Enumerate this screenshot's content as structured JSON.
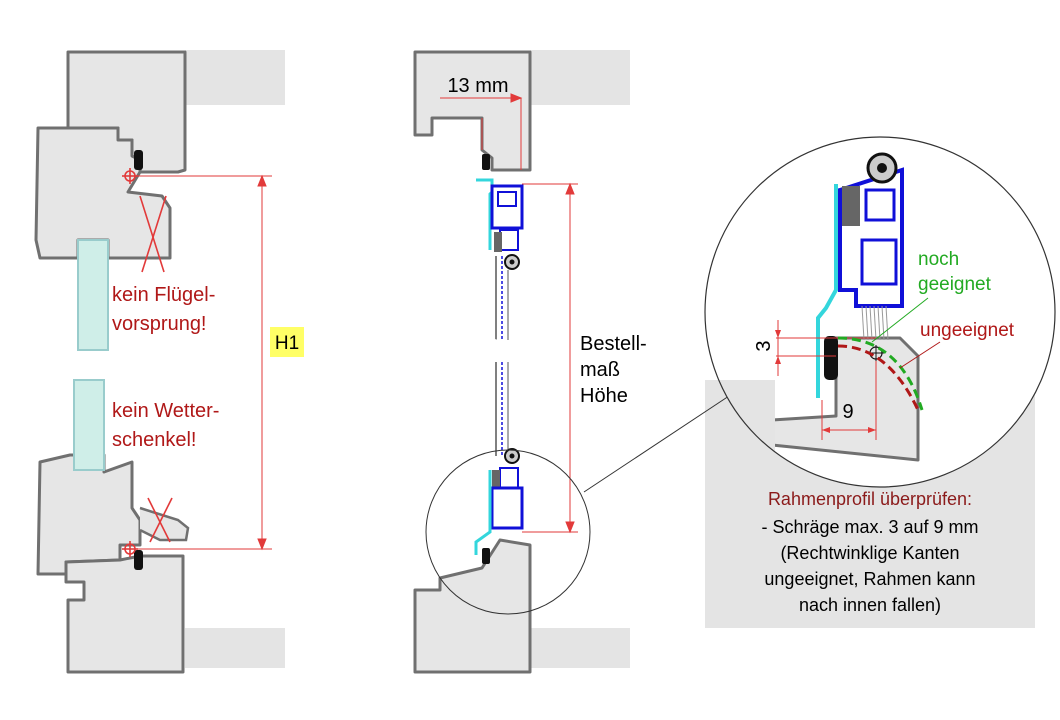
{
  "labels": {
    "h1": "H1",
    "kein_fluegel_1": "kein Flügel-",
    "kein_fluegel_2": "vorsprung!",
    "kein_wetter_1": "kein Wetter-",
    "kein_wetter_2": "schenkel!",
    "mm13": "13 mm",
    "bestell_1": "Bestell-",
    "bestell_2": "maß",
    "bestell_3": "Höhe",
    "noch_1": "noch",
    "noch_2": "geeignet",
    "ungeeignet": "ungeeignet",
    "dim3": "3",
    "dim9": "9",
    "note_title": "Rahmenprofil überprüfen:",
    "note_1": "- Schräge max. 3 auf  9 mm",
    "note_2": "(Rechtwinklige Kanten",
    "note_3": "ungeeignet, Rahmen kann",
    "note_4": "nach innen fallen)"
  },
  "colors": {
    "profile_gray": "#e6e6e6",
    "outline": "#707070",
    "wall_gray": "#e4e4e4",
    "cyan": "#33d6dc",
    "blue": "#1010d8",
    "dim_red": "#e23a3a",
    "text_red": "#b01818",
    "green": "#22aa22",
    "highlight": "#ffff66"
  }
}
